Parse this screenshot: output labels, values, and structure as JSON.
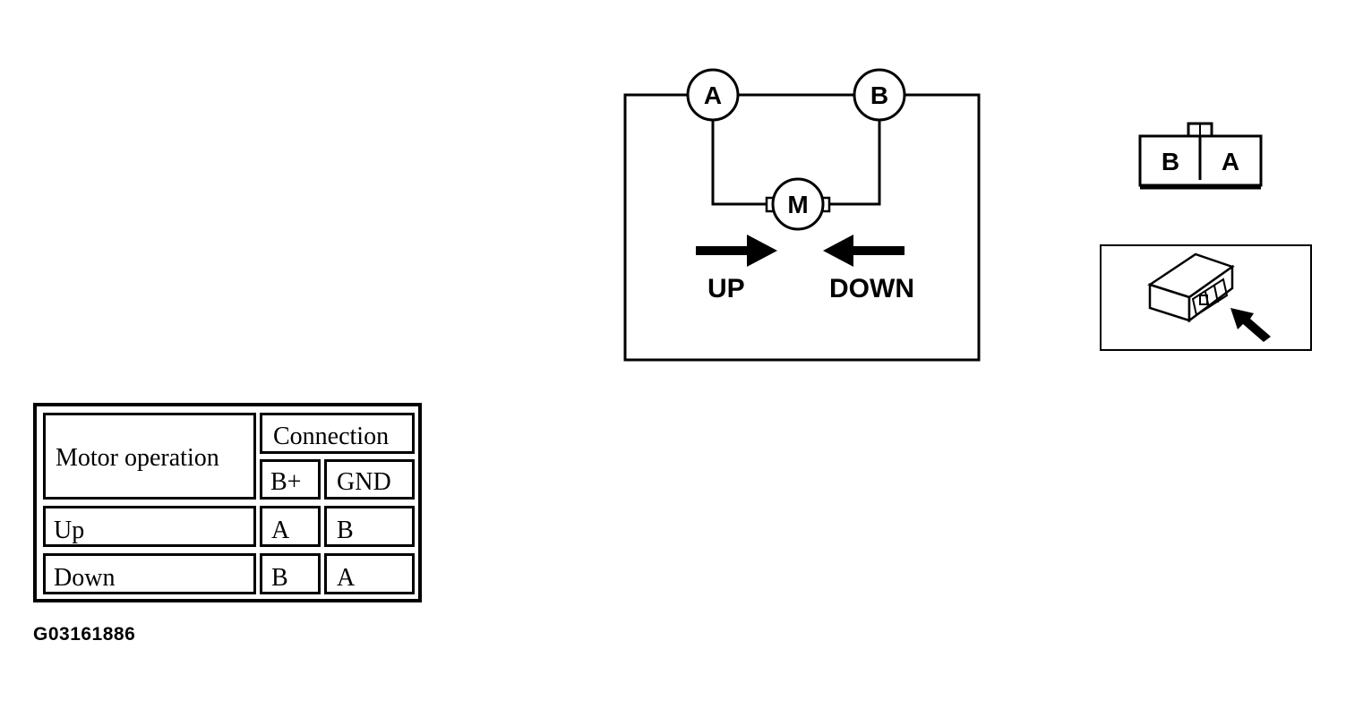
{
  "circuit": {
    "terminal_a": "A",
    "terminal_b": "B",
    "motor": "M",
    "up_label": "UP",
    "down_label": "DOWN"
  },
  "connector": {
    "pins": [
      "B",
      "A"
    ]
  },
  "table": {
    "header_operation": "Motor operation",
    "header_connection": "Connection",
    "sub_headers": [
      "B+",
      "GND"
    ],
    "rows": [
      {
        "operation": "Up",
        "b_plus": "A",
        "gnd": "B"
      },
      {
        "operation": "Down",
        "b_plus": "B",
        "gnd": "A"
      }
    ]
  },
  "figure_id": "G03161886",
  "colors": {
    "ink": "#000000",
    "paper": "#ffffff"
  }
}
